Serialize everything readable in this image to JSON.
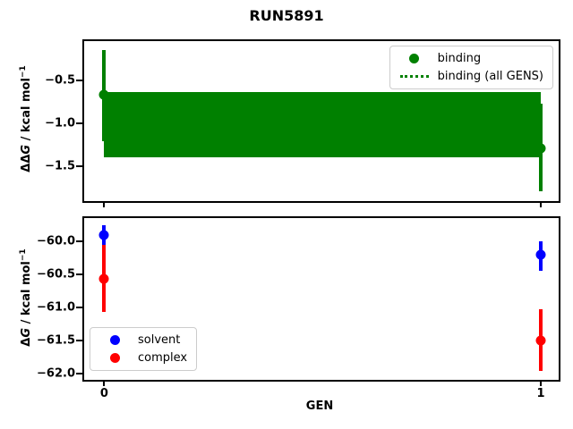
{
  "figure": {
    "title": "RUN5891",
    "background": "#ffffff"
  },
  "colors": {
    "binding": "#008000",
    "solvent": "#0000ff",
    "complex": "#ff0000",
    "axes": "#000000",
    "legend_border": "#cccccc"
  },
  "chart_data": [
    {
      "type": "scatter",
      "name": "binding-free-energy-per-gen",
      "title": "",
      "xlabel": "",
      "ylabel": {
        "prefix": "ΔΔ",
        "var": "G",
        "rest": " / kcal mol",
        "sup": "−1"
      },
      "xlim": [
        -0.046,
        1.041
      ],
      "ylim": [
        -1.91,
        -0.04
      ],
      "grid": false,
      "yticks": [
        {
          "value": -0.5,
          "label": "−0.5"
        },
        {
          "value": -1.0,
          "label": "−1.0"
        },
        {
          "value": -1.5,
          "label": "−1.5"
        }
      ],
      "xticks": [
        {
          "value": 0,
          "label": ""
        },
        {
          "value": 1,
          "label": ""
        }
      ],
      "band": {
        "label": "binding (all GENS)",
        "color": "#008000",
        "x": [
          0,
          1
        ],
        "y_top": -0.64,
        "y_bottom": -1.4
      },
      "series": [
        {
          "name": "binding",
          "color": "#008000",
          "marker": "circle",
          "x": [
            0,
            1
          ],
          "y": [
            -0.67,
            -1.29
          ],
          "err_high": [
            -0.14,
            -0.77
          ],
          "err_low": [
            -1.21,
            -1.8
          ]
        }
      ],
      "legend": {
        "position": "upper-right",
        "entries": [
          {
            "label": "binding",
            "glyph": "dot",
            "color": "#008000"
          },
          {
            "label": "binding (all GENS)",
            "glyph": "dotted-line",
            "color": "#008000"
          }
        ]
      }
    },
    {
      "type": "scatter",
      "name": "solvent-complex-free-energy-per-gen",
      "title": "",
      "xlabel": "GEN",
      "ylabel": {
        "prefix": "Δ",
        "var": "G",
        "rest": " / kcal mol",
        "sup": "−1"
      },
      "xlim": [
        -0.046,
        1.041
      ],
      "ylim": [
        -62.09,
        -59.65
      ],
      "grid": false,
      "yticks": [
        {
          "value": -60.0,
          "label": "−60.0"
        },
        {
          "value": -60.5,
          "label": "−60.5"
        },
        {
          "value": -61.0,
          "label": "−61.0"
        },
        {
          "value": -61.5,
          "label": "−61.5"
        },
        {
          "value": -62.0,
          "label": "−62.0"
        }
      ],
      "xticks": [
        {
          "value": 0,
          "label": "0"
        },
        {
          "value": 1,
          "label": "1"
        }
      ],
      "series": [
        {
          "name": "solvent",
          "color": "#0000ff",
          "marker": "circle",
          "x": [
            0,
            1
          ],
          "y": [
            -59.9,
            -60.2
          ],
          "err_high": [
            -59.76,
            -60.0
          ],
          "err_low": [
            -60.05,
            -60.45
          ]
        },
        {
          "name": "complex",
          "color": "#ff0000",
          "marker": "circle",
          "x": [
            0,
            1
          ],
          "y": [
            -60.56,
            -61.5
          ],
          "err_high": [
            -60.05,
            -61.02
          ],
          "err_low": [
            -61.07,
            -61.95
          ]
        }
      ],
      "legend": {
        "position": "lower-left",
        "entries": [
          {
            "label": "solvent",
            "glyph": "dot",
            "color": "#0000ff"
          },
          {
            "label": "complex",
            "glyph": "dot",
            "color": "#ff0000"
          }
        ]
      }
    }
  ]
}
